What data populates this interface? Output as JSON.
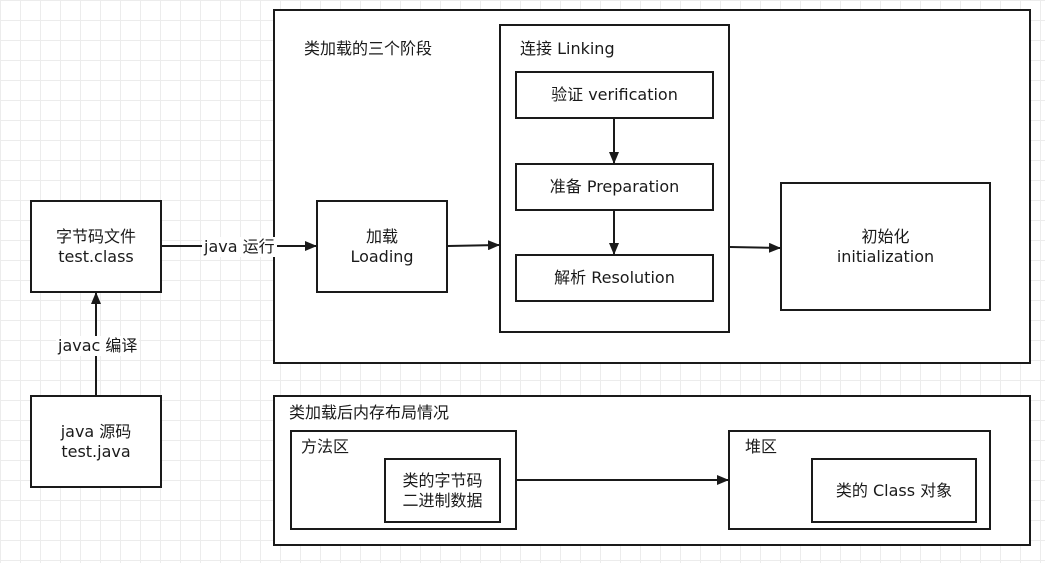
{
  "source": {
    "line1": "java 源码",
    "line2": "test.java"
  },
  "bytecode": {
    "line1": "字节码文件",
    "line2": "test.class"
  },
  "edges": {
    "compile": "javac 编译",
    "run": "java 运行"
  },
  "stages": {
    "title": "类加载的三个阶段",
    "loading": {
      "line1": "加载",
      "line2": "Loading"
    },
    "linking": {
      "title": "连接 Linking",
      "verification": "验证 verification",
      "preparation": "准备 Preparation",
      "resolution": "解析 Resolution"
    },
    "init": {
      "line1": "初始化",
      "line2": "initialization"
    }
  },
  "memory": {
    "title": "类加载后内存布局情况",
    "method_area": {
      "title": "方法区",
      "line1": "类的字节码",
      "line2": "二进制数据"
    },
    "heap": {
      "title": "堆区",
      "object": "类的 Class 对象"
    }
  }
}
